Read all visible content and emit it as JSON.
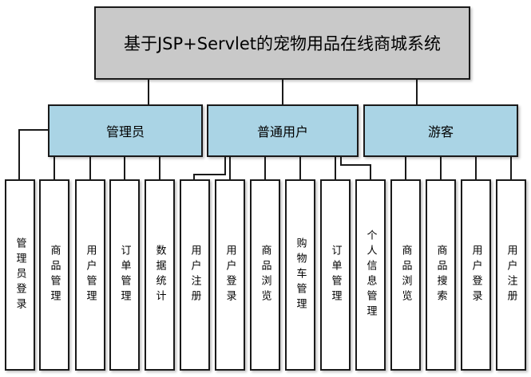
{
  "diagram": {
    "title": "基于JSP+Servlet的宠物用品在线商城系统",
    "roles": [
      {
        "label": "管理员",
        "functions": [
          "管理员登录",
          "商品管理",
          "用户管理",
          "订单管理",
          "数据统计"
        ]
      },
      {
        "label": "普通用户",
        "functions": [
          "用户注册",
          "用户登录",
          "商品浏览",
          "购物车管理",
          "订单管理",
          "个人信息管理"
        ]
      },
      {
        "label": "游客",
        "functions": [
          "商品浏览",
          "商品搜索",
          "用户登录",
          "用户注册"
        ]
      }
    ],
    "colors": {
      "title_fill": "#c9c9c9",
      "role_fill": "#aad4e5",
      "leaf_fill": "#ffffff",
      "line": "#1a1a1a"
    }
  }
}
